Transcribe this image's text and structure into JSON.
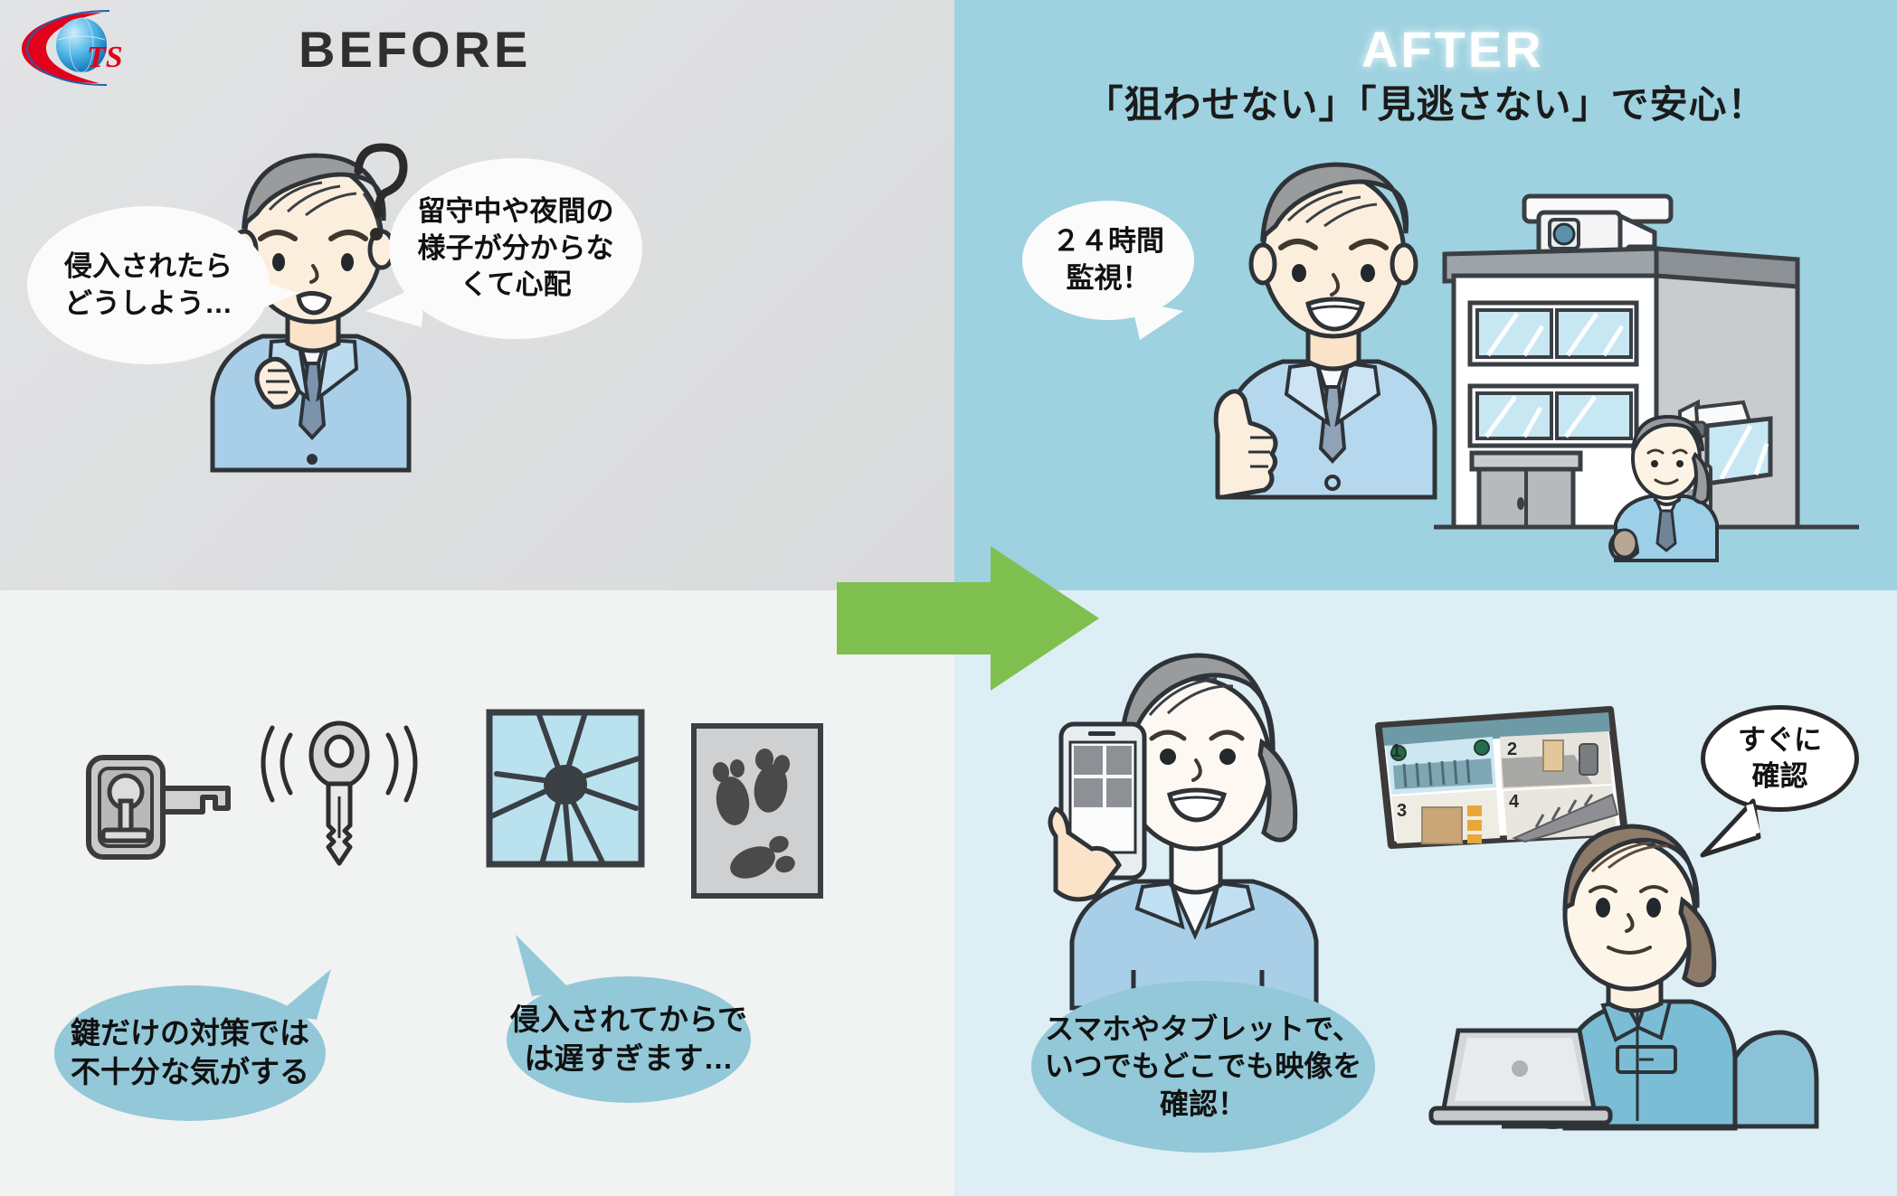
{
  "brand": {
    "logo_text": "TS",
    "logo_icon": "crescent-globe-logo",
    "logo_accent": "#e2001a",
    "logo_globe": "#3aaee0"
  },
  "layout": {
    "panels": [
      {
        "id": "before-top",
        "bg": "#dedfe0"
      },
      {
        "id": "before-bottom",
        "bg": "#f1f2f2"
      },
      {
        "id": "after-top",
        "bg": "#9ed2e0"
      },
      {
        "id": "after-bottom",
        "bg": "#ddeef5"
      }
    ],
    "arrow_color": "#7fbf50",
    "bubble_blue": "#92c8d8",
    "bubble_white": "#fbfbfb"
  },
  "before": {
    "title": "BEFORE",
    "worried_man": {
      "question_mark": "?",
      "hair_color": "#9a9b9d",
      "suit_color": "#a9cfe8"
    },
    "bubbles": [
      {
        "id": "b1",
        "text": "侵入されたら\nどうしよう…",
        "style": "white"
      },
      {
        "id": "b2",
        "text": "留守中や夜間の\n様子が分からな\nくて心配",
        "style": "white"
      }
    ],
    "icons": [
      {
        "name": "lock-key-icon",
        "label": "鍵"
      },
      {
        "name": "key-alarm-icon",
        "label": "鍵・警報"
      },
      {
        "name": "broken-window-icon",
        "label": "割れた窓"
      },
      {
        "name": "footprints-icon",
        "label": "足跡"
      }
    ],
    "bottom_bubbles": [
      {
        "id": "b3",
        "text": "鍵だけの対策では\n不十分な気がする",
        "style": "blue"
      },
      {
        "id": "b4",
        "text": "侵入されてからで\nは遅すぎます…",
        "style": "blue"
      }
    ]
  },
  "after": {
    "title": "AFTER",
    "subtitle": "「狙わせない」「見逃さない」で安心！",
    "bubbles": [
      {
        "id": "b7",
        "text": "２４時間\n監視！",
        "style": "white"
      },
      {
        "id": "b5",
        "text": "スマホやタブレットで、\nいつでもどこでも映像を\n確認！",
        "style": "blue"
      },
      {
        "id": "b6",
        "text": "すぐに\n確認",
        "style": "outline"
      }
    ],
    "scene_top": {
      "person": "thumbs-up-businessman",
      "building": "two-story-office-building",
      "cameras": [
        "roof-security-camera",
        "wall-security-camera"
      ],
      "staff": "staff-woman-at-entrance",
      "intercom": "door-intercom-panel"
    },
    "scene_bottom": {
      "woman_with_phone": "woman-holding-smartphone",
      "monitor": {
        "name": "four-channel-monitor",
        "channels": [
          "1",
          "2",
          "3",
          "4"
        ]
      },
      "operator": "woman-at-laptop",
      "laptop": "laptop-computer"
    }
  }
}
